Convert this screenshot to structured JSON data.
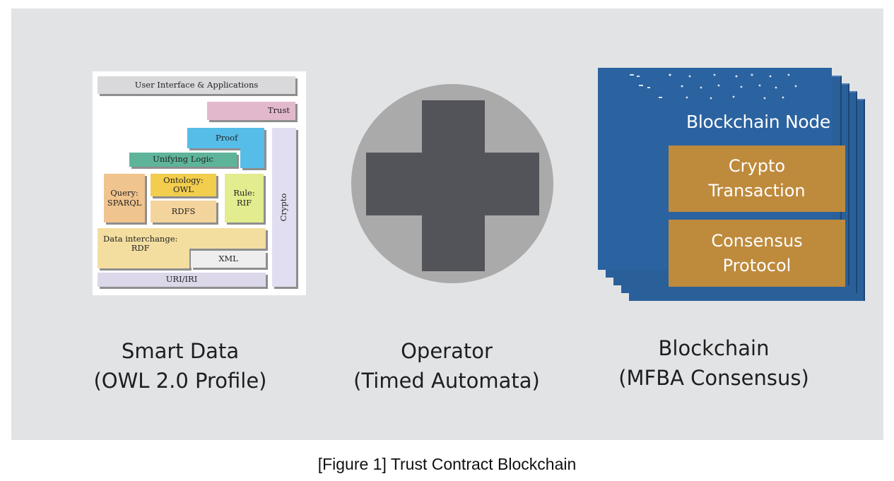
{
  "stack": {
    "user_interface": "User Interface & Applications",
    "trust": "Trust",
    "proof": "Proof",
    "unifying_logic": "Unifying Logic",
    "query": "Query:\nSPARQL",
    "ontology": "Ontology:\nOWL",
    "rule": "Rule:\nRIF",
    "rdfs": "RDFS",
    "data_interchange": "Data interchange:\nRDF",
    "xml": "XML",
    "uri": "URI/IRI",
    "crypto": "Crypto"
  },
  "node": {
    "title": "Blockchain Node",
    "box1": "Crypto\nTransaction",
    "box2": "Consensus\nProtocol"
  },
  "captions": {
    "smart_data": "Smart Data\n(OWL 2.0 Profile)",
    "operator": "Operator\n(Timed Automata)",
    "blockchain": "Blockchain\n(MFBA Consensus)"
  },
  "figure_caption": "[Figure 1] Trust Contract Blockchain",
  "colors": {
    "panel": "#e2e3e5",
    "ui_layer": "#d9d9dc",
    "trust": "#e2b8cd",
    "proof": "#56bce8",
    "unifying_logic": "#5eb49b",
    "query": "#f0c48e",
    "ontology": "#f2cd4e",
    "rule": "#e3ec8e",
    "rdfs": "#f4d49d",
    "data_interchange": "#f3dea0",
    "uri": "#dcd8ea",
    "crypto": "#e1def1",
    "node_blue": "#2b62a0",
    "node_box": "#be8a3c",
    "operator_circle": "#aaaaaa",
    "operator_plus": "#52545a"
  }
}
